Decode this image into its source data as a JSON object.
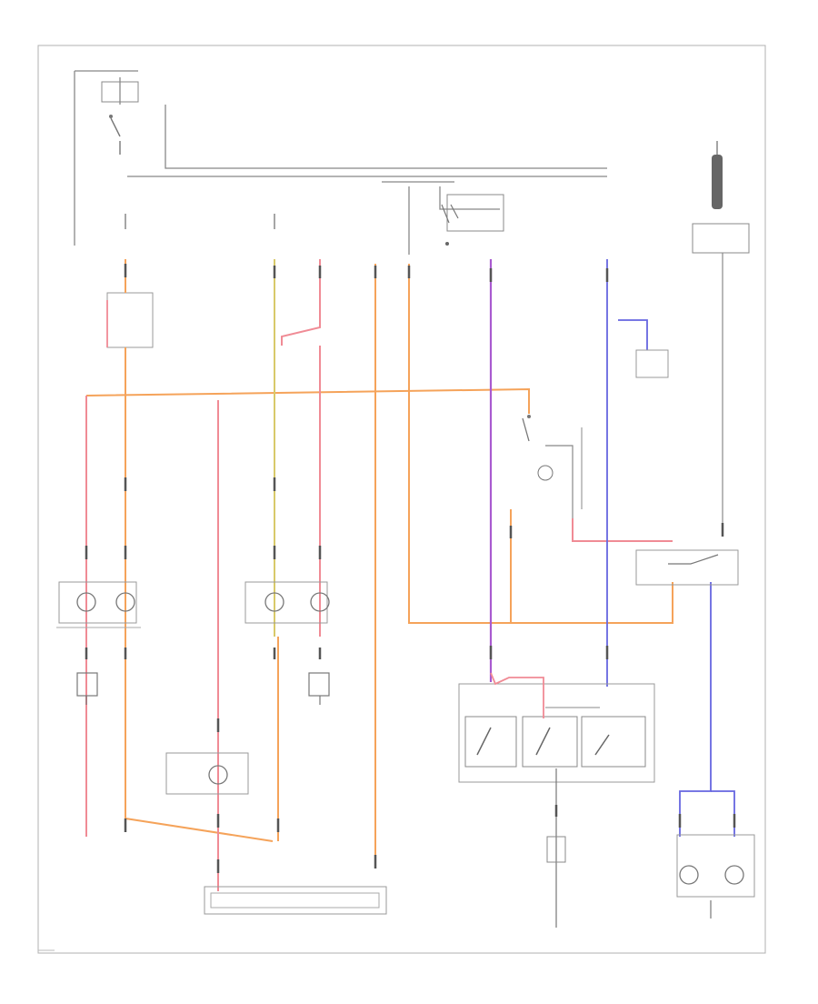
{
  "diagram": {
    "type": "wiring-diagram",
    "labels_illegible": true,
    "wire_colors": {
      "orange": "#f5a35a",
      "pink": "#f08b95",
      "yellow": "#d8c96a",
      "purple": "#a95ad0",
      "blue": "#6666e0",
      "black": "#555555",
      "frame": "#b0b0b0"
    },
    "components": [
      {
        "id": "hot-in-run-switch",
        "icon": "switch-icon"
      },
      {
        "id": "headlight-fuse-left",
        "icon": "fuse-icon"
      },
      {
        "id": "headlight-fuse-right",
        "icon": "fuse-icon"
      },
      {
        "id": "daytime-running-light-relay",
        "icon": "relay-icon"
      },
      {
        "id": "dimmer-relay",
        "icon": "relay-icon"
      },
      {
        "id": "ground-junction",
        "icon": "ground-icon"
      },
      {
        "id": "left-headlight",
        "icon": "lamp-icon"
      },
      {
        "id": "right-headlight",
        "icon": "lamp-icon"
      },
      {
        "id": "left-high-beam",
        "icon": "lamp-icon"
      },
      {
        "id": "right-high-beam",
        "icon": "lamp-icon"
      },
      {
        "id": "high-beam-indicator",
        "icon": "lamp-icon"
      },
      {
        "id": "parking-brake-switch",
        "icon": "switch-icon"
      },
      {
        "id": "combination-switch",
        "icon": "switch-icon"
      },
      {
        "id": "headlight-condition-sensor",
        "icon": "sensor-icon"
      },
      {
        "id": "instrument-cluster",
        "icon": "lamp-icon"
      },
      {
        "id": "ground-strap",
        "icon": "ground-icon"
      },
      {
        "id": "ignition-coil",
        "icon": "coil-icon"
      }
    ]
  }
}
